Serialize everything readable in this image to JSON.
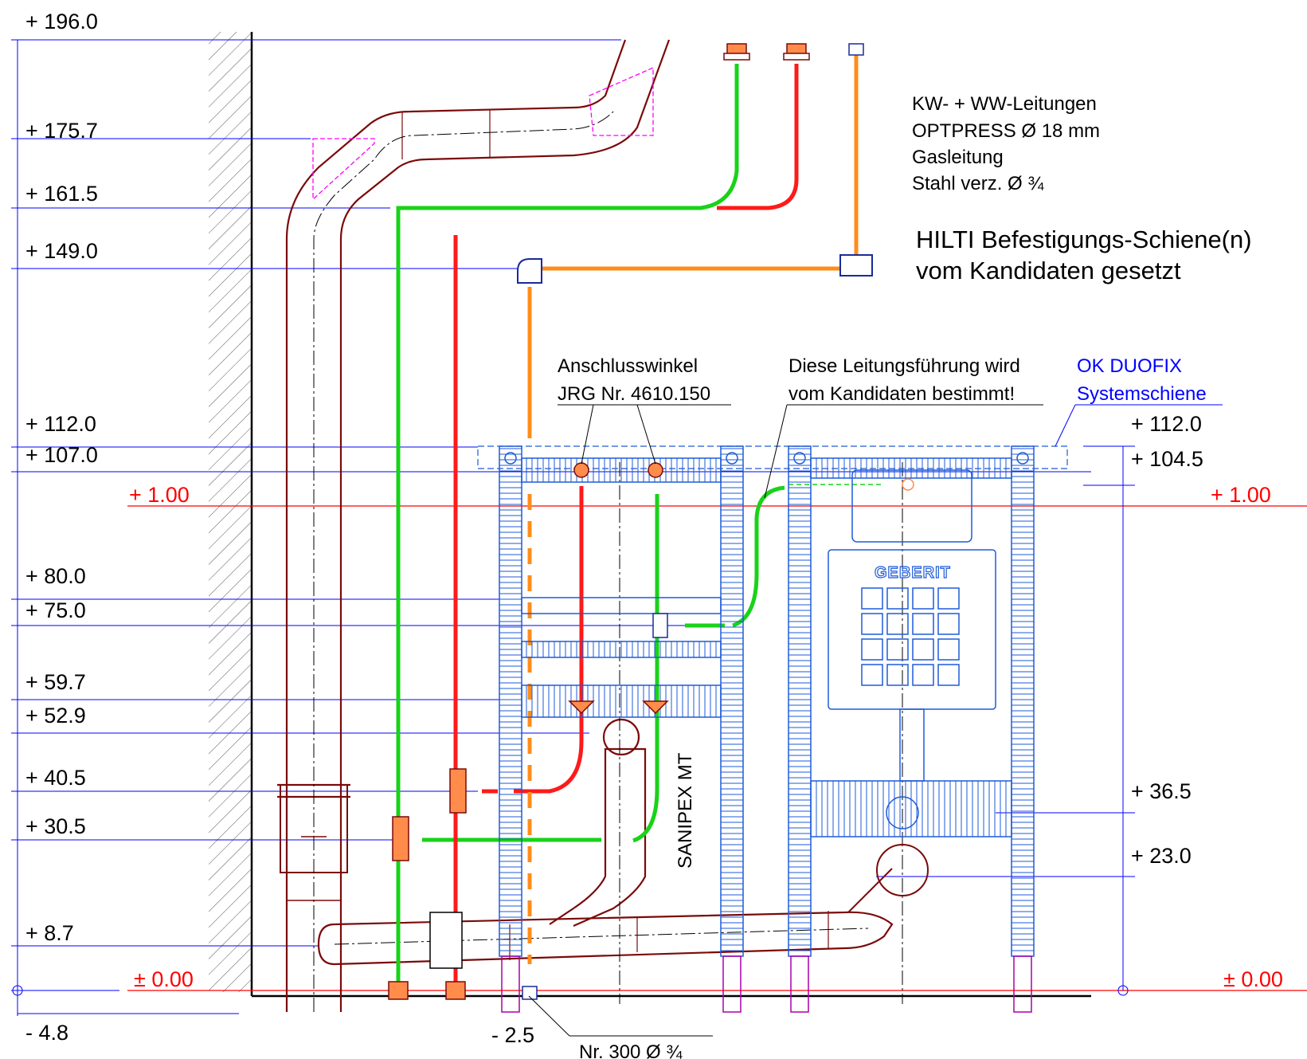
{
  "levels_left": [
    "+ 196.0",
    "+ 175.7",
    "+ 161.5",
    "+ 149.0",
    "+ 112.0",
    "+ 107.0",
    "+ 80.0",
    "+ 75.0",
    "+ 59.7",
    "+ 52.9",
    "+ 40.5",
    "+ 30.5",
    "+ 8.7",
    "- 4.8"
  ],
  "levels_right": [
    "+ 112.0",
    "+ 104.5",
    "+ 36.5",
    "+ 23.0"
  ],
  "red_levels": {
    "top_left": "+ 1.00",
    "top_right": "+ 1.00",
    "zero_left": "± 0.00",
    "zero_right": "± 0.00"
  },
  "bottom_dims": {
    "minus_2_5": "- 2.5"
  },
  "notes": {
    "pipe_line1": "KW- + WW-Leitungen",
    "pipe_line2": "OPTPRESS Ø 18 mm",
    "gas_line1": "Gasleitung",
    "gas_line2": "Stahl verz. Ø ¾",
    "hilti_line1": "HILTI Befestigungs-Schiene(n)",
    "hilti_line2": "vom Kandidaten gesetzt",
    "angle_line1": "Anschlusswinkel",
    "angle_line2": "JRG Nr. 4610.150",
    "routing_line1": "Diese Leitungsführung wird",
    "routing_line2": "vom Kandidaten bestimmt!",
    "ok_line1": "OK  DUOFIX",
    "ok_line2": "Systemschiene",
    "sanipex": "SANIPEX MT",
    "nr300": "Nr. 300 Ø ¾",
    "brand": "GEBERIT"
  },
  "colors": {
    "cold_water": "#19d219",
    "hot_water": "#ff1a1a",
    "gas": "#ff8c1a",
    "drain": "#7a0a0a",
    "frame": "#1e5bd8",
    "dimension": "#0000ff",
    "vent_box": "#ff00ff"
  }
}
